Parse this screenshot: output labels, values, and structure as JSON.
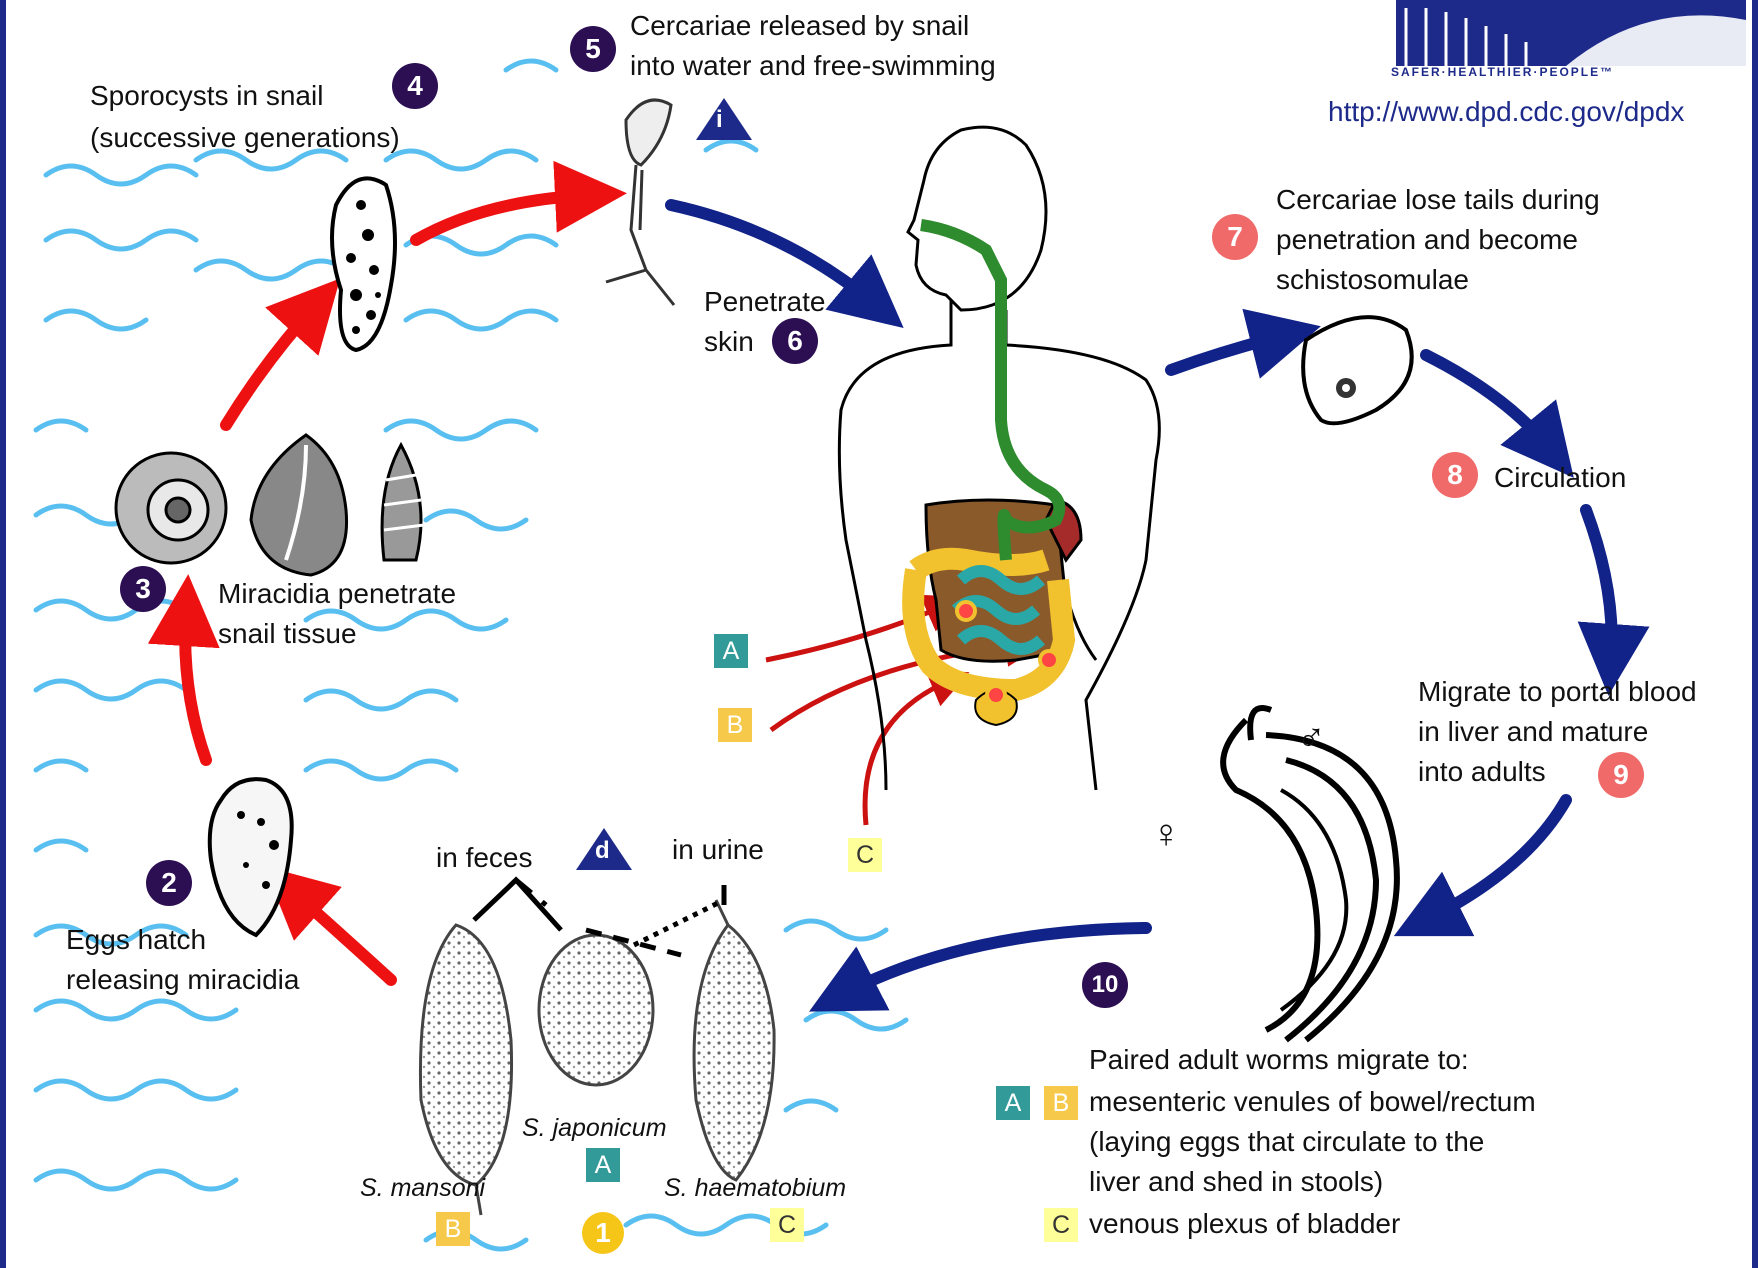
{
  "colors": {
    "dark_badge": "#2b0f52",
    "pink_badge": "#f06a6a",
    "yellow_badge": "#f5c518",
    "arrow_red": "#ee1111",
    "arrow_blue": "#112288",
    "water": "#59bff0",
    "teal_box": "#339a9a",
    "yellow_box": "#f7c94a",
    "lightyellow_box": "#ffff99",
    "gut_green": "#2e8b2e"
  },
  "header": {
    "logo_tagline": "SAFER·HEALTHIER·PEOPLE™",
    "url": "http://www.dpd.cdc.gov/dpdx"
  },
  "steps": {
    "s1": {
      "num": "1"
    },
    "s2": {
      "num": "2",
      "line1": "Eggs hatch",
      "line2": "releasing miracidia"
    },
    "s3": {
      "num": "3",
      "line1": "Miracidia penetrate",
      "line2": "snail tissue"
    },
    "s4": {
      "num": "4",
      "line1": "Sporocysts in snail",
      "line2": "(successive generations)"
    },
    "s5": {
      "num": "5",
      "line1": "Cercariae released by snail",
      "line2": "into water and free-swimming"
    },
    "s6": {
      "num": "6",
      "line1": "Penetrate",
      "line2": "skin"
    },
    "s7": {
      "num": "7",
      "line1": "Cercariae lose tails during",
      "line2": "penetration and become",
      "line3": "schistosomulae"
    },
    "s8": {
      "num": "8",
      "line1": "Circulation"
    },
    "s9": {
      "num": "9",
      "line1": "Migrate to portal blood",
      "line2": "in liver and mature",
      "line3": "into adults"
    },
    "s10": {
      "num": "10",
      "line1": "Paired adult worms migrate to:",
      "line2": "mesenteric venules of bowel/rectum",
      "line3": "(laying eggs that circulate to the",
      "line4": "liver and shed in stools)",
      "line5": "venous plexus of bladder"
    }
  },
  "stage_markers": {
    "infective": "i",
    "diagnostic": "d"
  },
  "eggs": {
    "in_feces": "in feces",
    "in_urine": "in urine",
    "mansoni": "S. mansoni",
    "japonicum": "S. japonicum",
    "haematobium": "S. haematobium"
  },
  "boxes": {
    "A": "A",
    "B": "B",
    "C": "C"
  },
  "symbols": {
    "male": "♂",
    "female": "♀"
  }
}
